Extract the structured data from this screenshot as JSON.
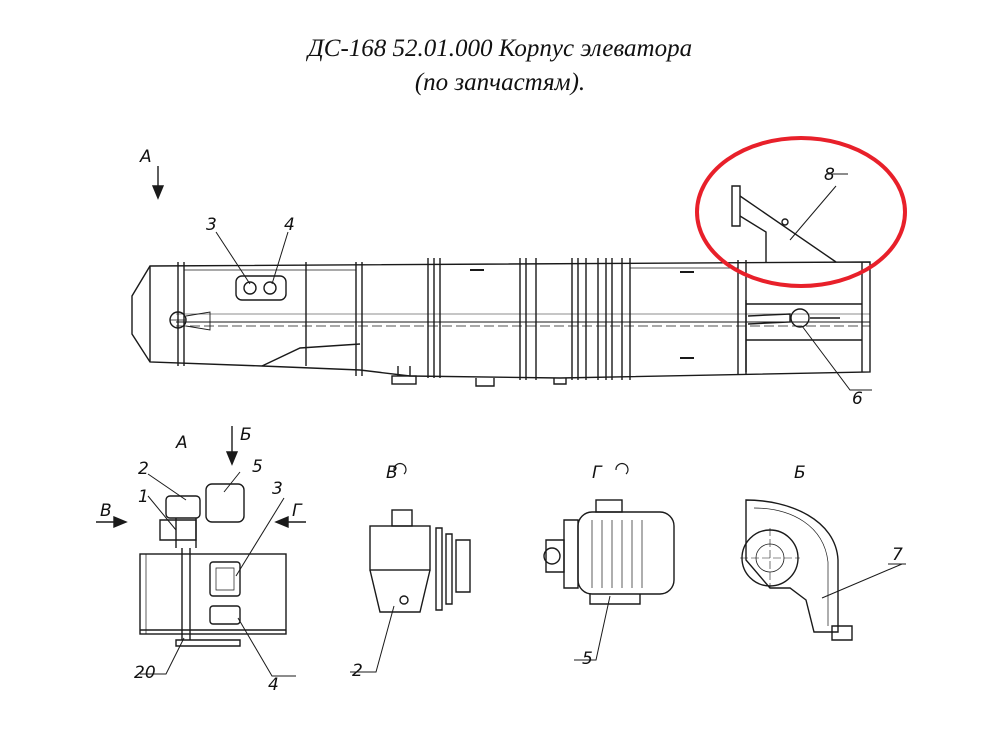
{
  "title": {
    "line1": "ДС-168 52.01.000 Корпус элеватора",
    "line2": "(по запчастям)."
  },
  "view_labels": {
    "view_a_arrow": "А",
    "view_a_title": "А",
    "view_b_arrow": "Б",
    "view_b_title": "Б",
    "view_v_arrow": "В",
    "view_v_title": "В",
    "view_g_arrow": "Г",
    "view_g_title": "Г"
  },
  "callouts": {
    "main_3": "3",
    "main_4": "4",
    "main_6": "6",
    "main_8": "8",
    "a_1": "1",
    "a_2": "2",
    "a_3": "3",
    "a_4": "4",
    "a_5": "5",
    "a_20": "20",
    "v_2": "2",
    "g_5": "5",
    "b_7": "7"
  },
  "highlight": {
    "color": "#e8202a",
    "target": "8"
  }
}
